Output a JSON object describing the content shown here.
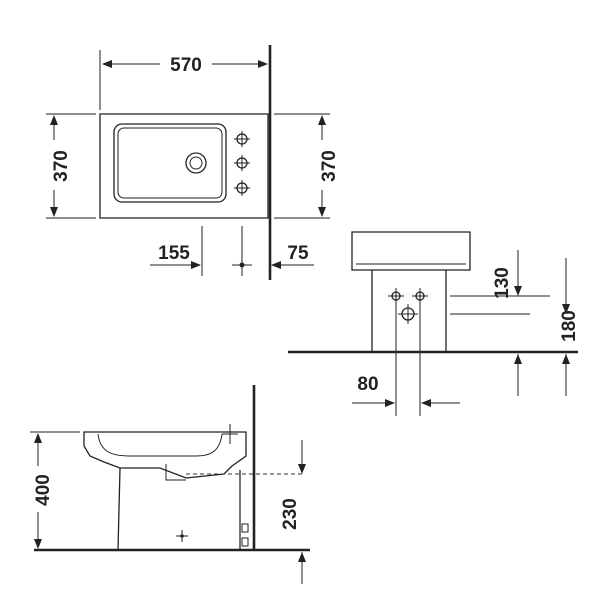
{
  "dimensions": {
    "top_width": "570",
    "top_depth_left": "370",
    "top_depth_right": "370",
    "top_offset_155": "155",
    "top_offset_75": "75",
    "front_130": "130",
    "front_180": "180",
    "front_80": "80",
    "side_400": "400",
    "side_230": "230"
  },
  "colors": {
    "line": "#222222",
    "background": "#ffffff"
  }
}
